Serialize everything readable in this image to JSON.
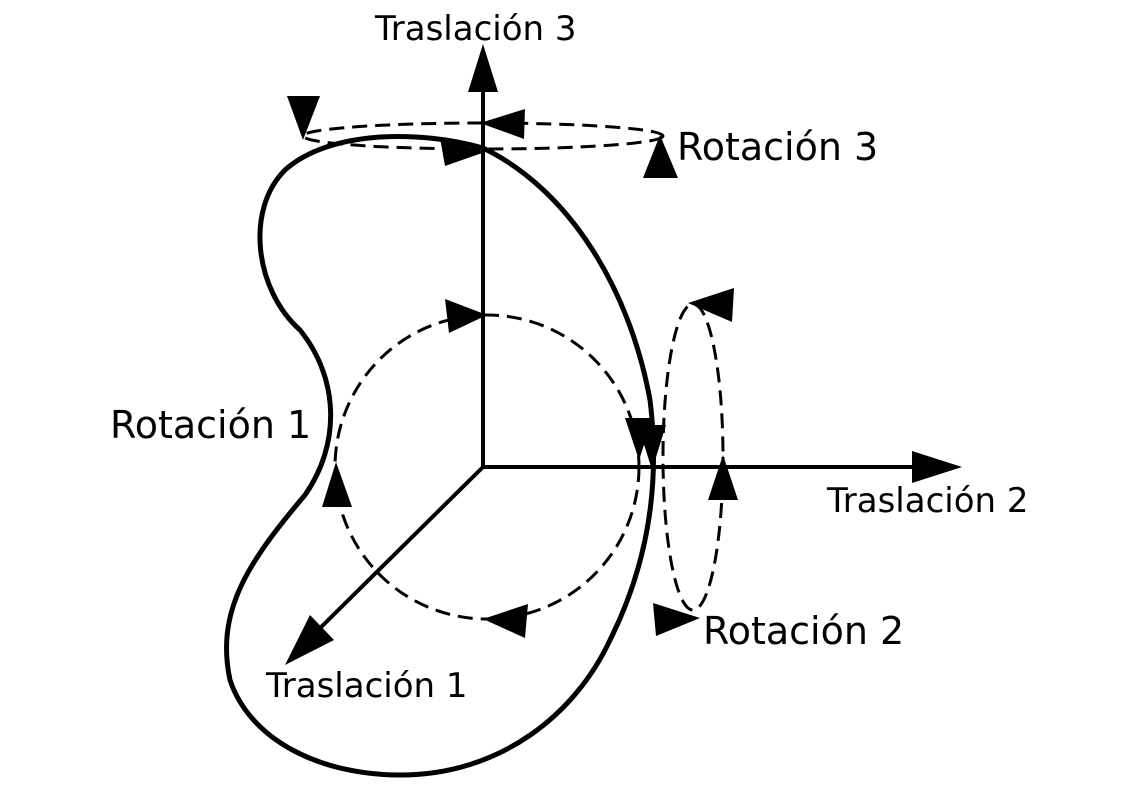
{
  "labels": {
    "translation_1": "Traslación 1",
    "translation_2": "Traslación 2",
    "translation_3": "Traslación 3",
    "rotation_1": "Rotación 1",
    "rotation_2": "Rotación 2",
    "rotation_3": "Rotación 3"
  },
  "colors": {
    "stroke": "#000000",
    "background": "#ffffff"
  }
}
